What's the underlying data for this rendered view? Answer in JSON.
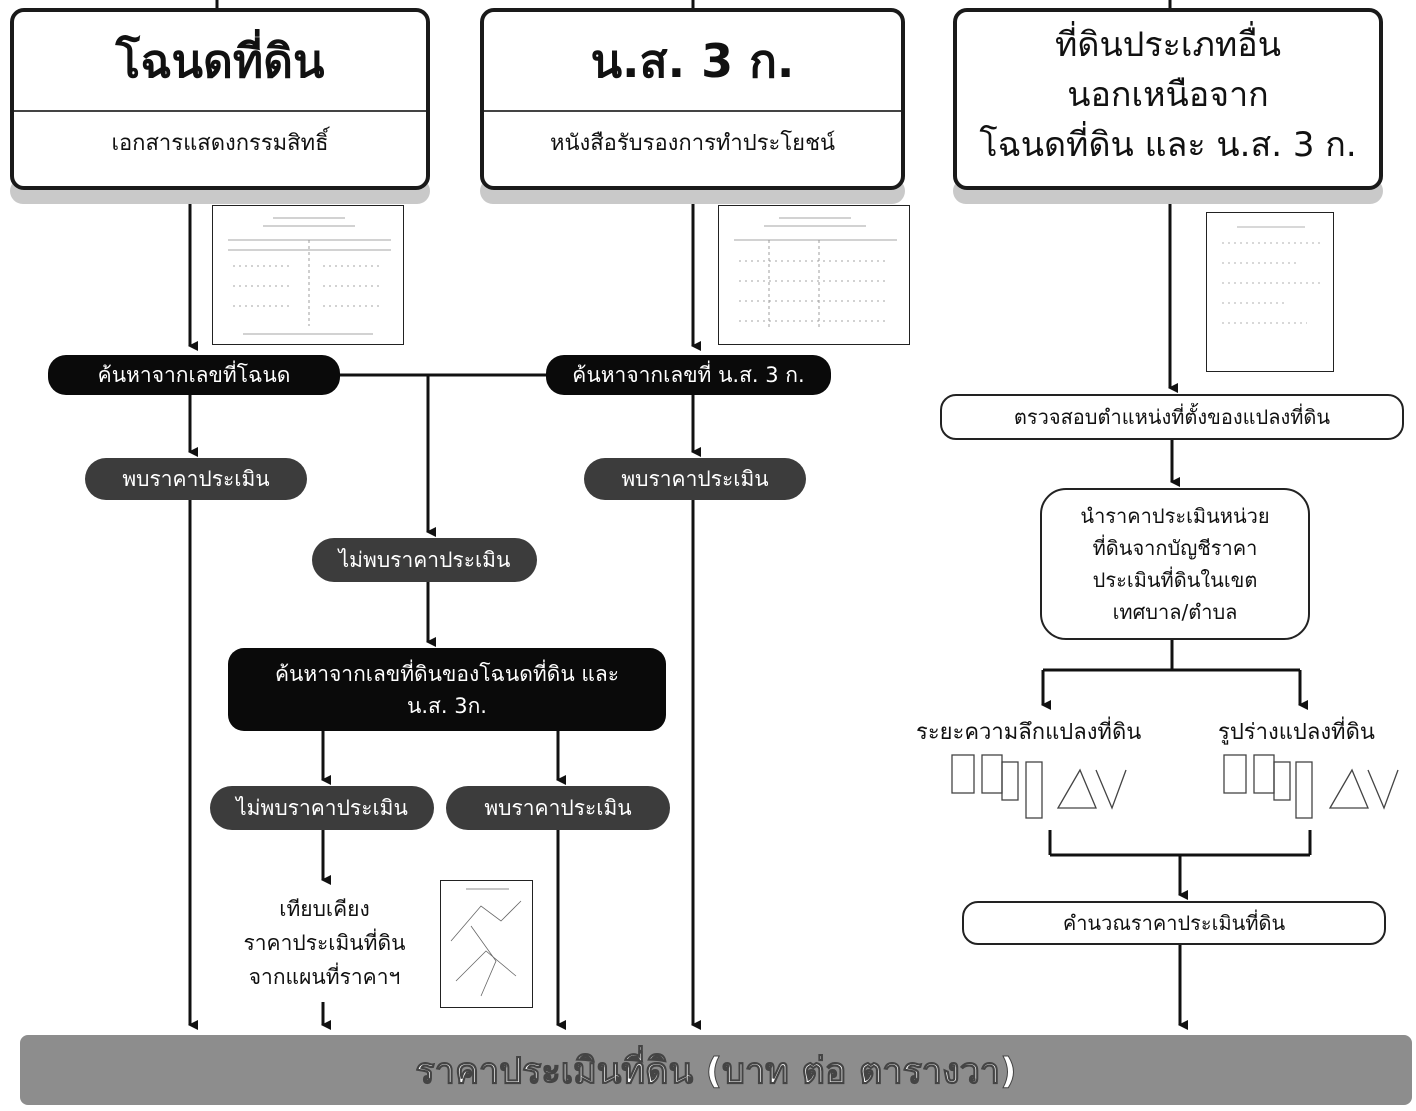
{
  "columns": {
    "chanot": {
      "title": "โฉนดที่ดิน",
      "subtitle": "เอกสารแสดงกรรมสิทธิ์"
    },
    "nor_sor_3": {
      "title": "น.ส. 3 ก.",
      "subtitle": "หนังสือรับรองการทำประโยชน์"
    },
    "other": {
      "line1": "ที่ดินประเภทอื่น",
      "line2": "นอกเหนือจาก",
      "line3": "โฉนดที่ดิน และ น.ส. 3 ก."
    }
  },
  "steps": {
    "search_chanot": "ค้นหาจากเลขที่โฉนด",
    "search_nor_sor": "ค้นหาจากเลขที่ น.ส. 3 ก.",
    "found_left": "พบราคาประเมิน",
    "found_mid": "พบราคาประเมิน",
    "not_found_center": "ไม่พบราคาประเมิน",
    "search_land_no_line1": "ค้นหาจากเลขที่ดินของโฉนดที่ดิน และ",
    "search_land_no_line2": "น.ส. 3ก.",
    "not_found_lower": "ไม่พบราคาประเมิน",
    "found_lower": "พบราคาประเมิน",
    "compare_line1": "เทียบเคียง",
    "compare_line2": "ราคาประเมินที่ดิน",
    "compare_line3": "จากแผนที่ราคาฯ",
    "check_location": "ตรวจสอบตำแหน่งที่ตั้งของแปลงที่ดิน",
    "unit_price_line1": "นำราคาประเมินหน่วย",
    "unit_price_line2": "ที่ดินจากบัญชีราคา",
    "unit_price_line3": "ประเมินที่ดินในเขต",
    "unit_price_line4": "เทศบาล/ตำบล",
    "depth_label": "ระยะความลึกแปลงที่ดิน",
    "shape_label": "รูปร่างแปลงที่ดิน",
    "calculate": "คำนวณราคาประเมินที่ดิน"
  },
  "result_bar": "ราคาประเมินที่ดิน (บาท ต่อ ตารางวา)"
}
